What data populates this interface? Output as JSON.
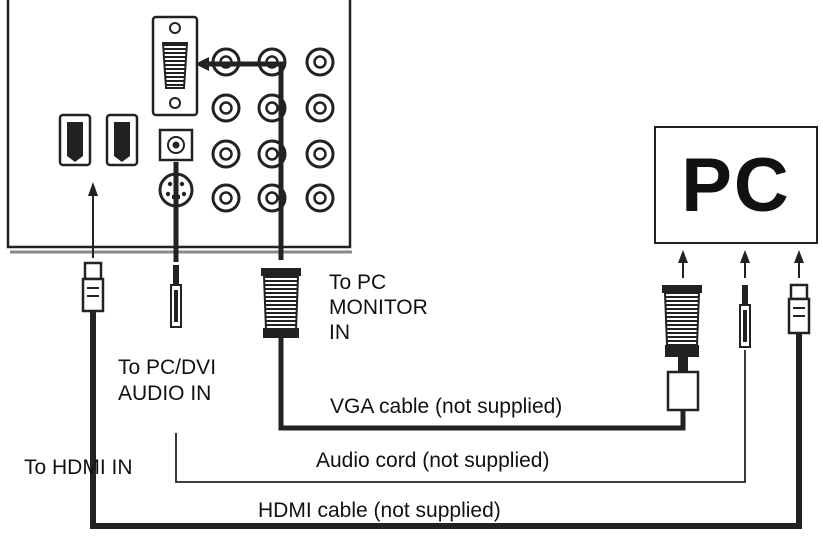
{
  "pc_box": {
    "label": "PC"
  },
  "labels": {
    "to_pc_monitor_in_line1": "To PC",
    "to_pc_monitor_in_line2": "MONITOR",
    "to_pc_monitor_in_line3": "IN",
    "to_pc_dvi_audio_in_line1": "To PC/DVI",
    "to_pc_dvi_audio_in_line2": "AUDIO IN",
    "to_hdmi_in": "To HDMI IN"
  },
  "cables": {
    "vga": "VGA cable (not supplied)",
    "audio": "Audio cord (not supplied)",
    "hdmi": "HDMI cable (not supplied)"
  }
}
